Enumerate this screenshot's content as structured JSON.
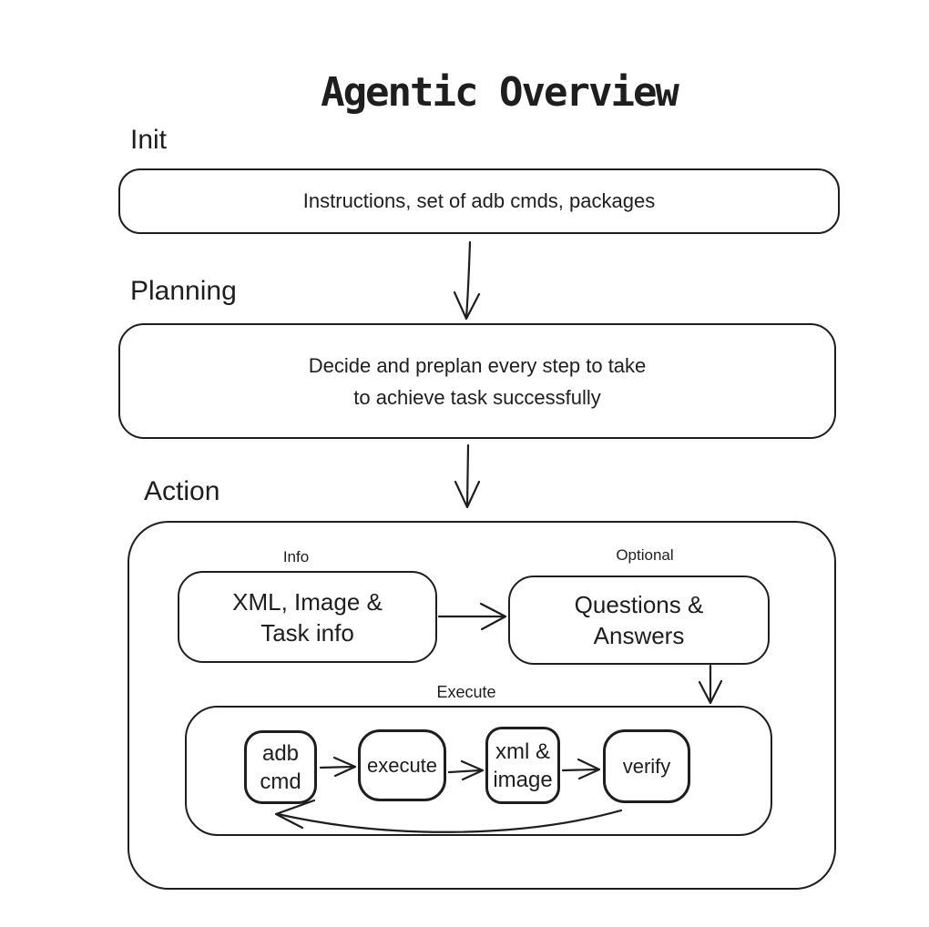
{
  "title": "Agentic Overview",
  "colors": {
    "stroke": "#1e1e1e",
    "background": "#ffffff"
  },
  "sections": {
    "init": {
      "label": "Init",
      "box": "Instructions, set of adb cmds, packages"
    },
    "planning": {
      "label": "Planning",
      "line1": "Decide and preplan every step to take",
      "line2": "to achieve task successfully"
    },
    "action": {
      "label": "Action",
      "info_group": {
        "caption": "Info",
        "line1": "XML, Image &",
        "line2": "Task info"
      },
      "optional_group": {
        "caption": "Optional",
        "line1": "Questions &",
        "line2": "Answers"
      },
      "execute_group": {
        "caption": "Execute",
        "steps": [
          {
            "line1": "adb",
            "line2": "cmd"
          },
          {
            "line1": "execute"
          },
          {
            "line1": "xml &",
            "line2": "image"
          },
          {
            "line1": "verify"
          }
        ]
      }
    }
  }
}
